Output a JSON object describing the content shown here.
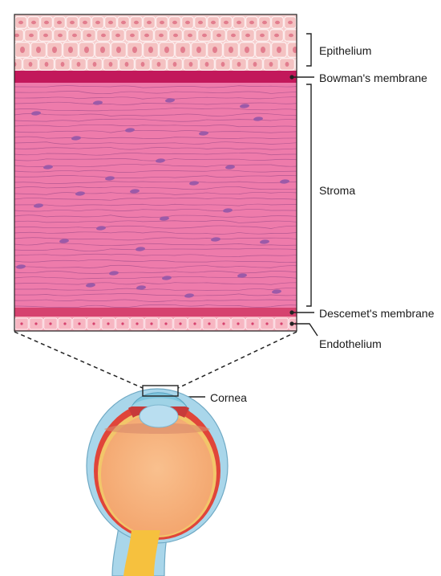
{
  "labels": {
    "epithelium": "Epithelium",
    "bowmans_membrane": "Bowman's membrane",
    "stroma": "Stroma",
    "descemets_membrane": "Descemet's membrane",
    "endothelium": "Endothelium",
    "cornea": "Cornea"
  },
  "colors": {
    "epithelium_cell": "#f4c2c2",
    "epithelium_nucleus": "#e27d8e",
    "bowman": "#c2185b",
    "stroma": "#ee7bab",
    "stroma_fiber": "#a04c8a",
    "stroma_nucleus": "#9c5aa8",
    "descemet": "#d6426f",
    "endothelium": "#f7b6c2",
    "eye_outer": "#a9d6ea",
    "eye_sclera_red": "#e0453a",
    "eye_inner": "#f6b27a",
    "lens": "#b9def0",
    "optic_nerve": "#f6c13e"
  }
}
